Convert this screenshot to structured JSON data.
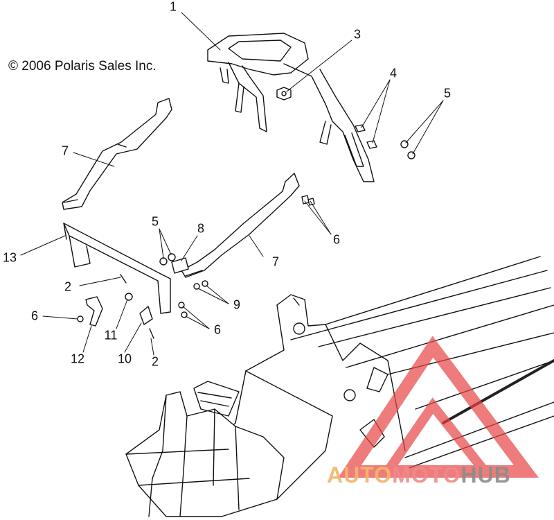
{
  "copyright": "© 2006 Polaris Sales Inc.",
  "callouts": [
    "1",
    "3",
    "4",
    "5",
    "7",
    "5",
    "8",
    "6",
    "13",
    "7",
    "2",
    "9",
    "6",
    "11",
    "6",
    "12",
    "10",
    "2"
  ],
  "watermark": {
    "part1": "AUTO",
    "part2": "MOTO",
    "part3": "HUB",
    "colors": {
      "auto": "#f2b66a",
      "moto": "#f08a8a",
      "hub": "#8c8c8c",
      "triangle": "#e84545"
    }
  },
  "icons": [
    "watermark-logo-icon"
  ]
}
